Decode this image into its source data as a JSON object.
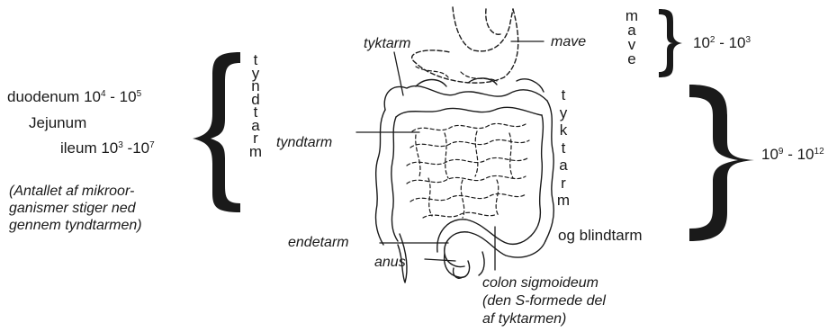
{
  "left_group": {
    "duodenum": {
      "name": "duodenum 10",
      "exp1": "4",
      "sep": " - 10",
      "exp2": "5"
    },
    "jejunum": "Jejunum",
    "ileum": {
      "name": "ileum 10",
      "exp1": "3",
      "sep": " -10",
      "exp2": "7"
    },
    "note": [
      "(Antallet af mikroor-",
      "ganismer stiger ned",
      "gennem tyndtarmen)"
    ],
    "vertical_word": [
      "t",
      "y",
      "n",
      "d",
      "t",
      "a",
      "r",
      "m"
    ]
  },
  "center_labels": {
    "tyktarm": "tyktarm",
    "tyndtarm": "tyndtarm",
    "endetarm": "endetarm",
    "anus": "anus",
    "mave": "mave",
    "colon": [
      "colon sigmoideum",
      "(den S-formede del",
      "af tyktarmen)"
    ]
  },
  "right_top": {
    "vertical_word": [
      "m",
      "a",
      "v",
      "e"
    ],
    "range": {
      "base1": "10",
      "exp1": "2",
      "sep": " - 10",
      "exp2": "3"
    }
  },
  "right_bottom": {
    "vertical_word": [
      "t",
      "y",
      "k",
      "t",
      "a",
      "r",
      "m"
    ],
    "suffix": "og blindtarm",
    "range": {
      "base1": "10",
      "exp1": "9",
      "sep": " - 10",
      "exp2": "12"
    }
  },
  "colors": {
    "ink": "#1a1a1a",
    "background": "#ffffff"
  }
}
